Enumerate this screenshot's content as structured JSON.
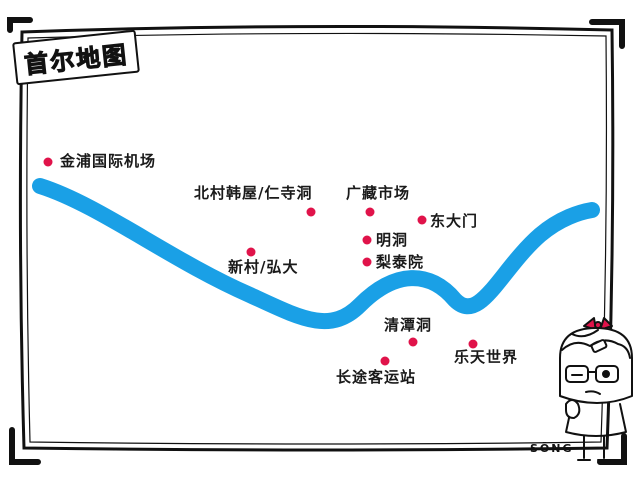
{
  "map": {
    "title": "首尔地图",
    "signature": "SŌNG",
    "colors": {
      "river": "#1aa0e6",
      "marker": "#e0134a",
      "frame": "#111111",
      "background": "#ffffff"
    },
    "places": [
      {
        "name": "金浦国际机场"
      },
      {
        "name": "北村韩屋/仁寺洞"
      },
      {
        "name": "广藏市场"
      },
      {
        "name": "东大门"
      },
      {
        "name": "明洞"
      },
      {
        "name": "梨泰院"
      },
      {
        "name": "新村/弘大"
      },
      {
        "name": "清潭洞"
      },
      {
        "name": "乐天世界"
      },
      {
        "name": "长途客运站"
      }
    ]
  }
}
